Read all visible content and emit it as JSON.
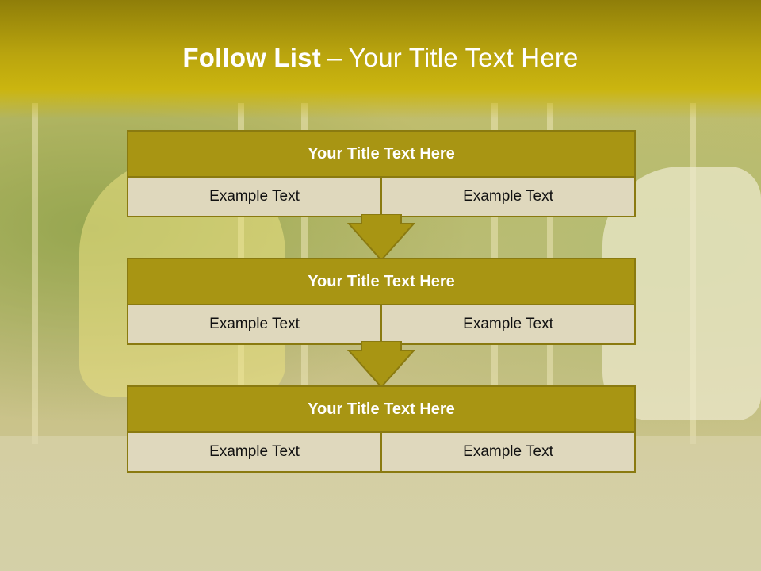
{
  "title": {
    "strong": "Follow List",
    "separator": "–",
    "rest": "Your Title Text Here"
  },
  "steps": [
    {
      "heading": "Your Title Text Here",
      "left": "Example Text",
      "right": "Example Text"
    },
    {
      "heading": "Your Title Text Here",
      "left": "Example Text",
      "right": "Example Text"
    },
    {
      "heading": "Your Title Text Here",
      "left": "Example Text",
      "right": "Example Text"
    }
  ],
  "colors": {
    "header_band": "#b9a40e",
    "box_heading": "#a89513",
    "box_body": "#dfd8bd",
    "border": "#8a7a10"
  },
  "icons": [
    "down-arrow-icon",
    "down-arrow-icon"
  ]
}
